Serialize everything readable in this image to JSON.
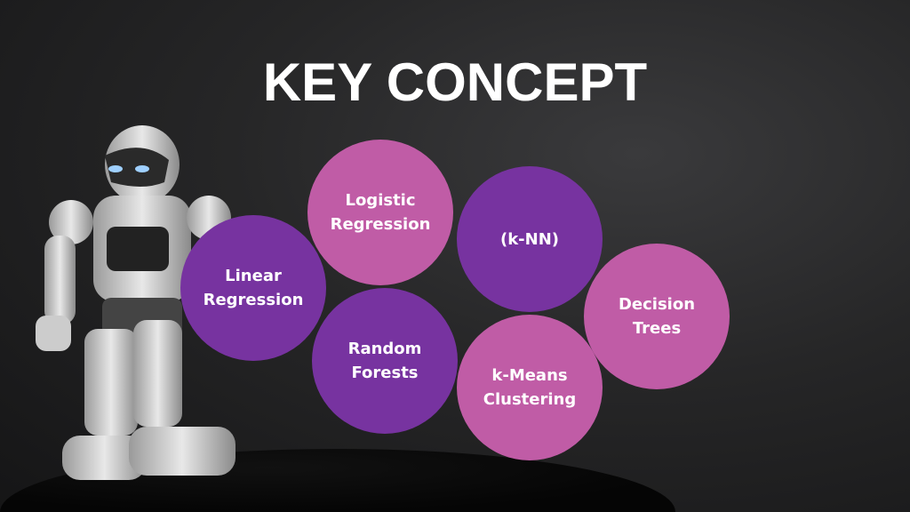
{
  "title": "KEY CONCEPT",
  "colors": {
    "pink": "#c05ca6",
    "purple": "#7733a0"
  },
  "concepts": [
    {
      "label": "Linear Regression",
      "color": "purple"
    },
    {
      "label": "Logistic Regression",
      "color": "pink"
    },
    {
      "label": "(k-NN)",
      "color": "purple"
    },
    {
      "label": "Random Forests",
      "color": "purple"
    },
    {
      "label": "k-Means Clustering",
      "color": "pink"
    },
    {
      "label": "Decision Trees",
      "color": "pink"
    }
  ]
}
